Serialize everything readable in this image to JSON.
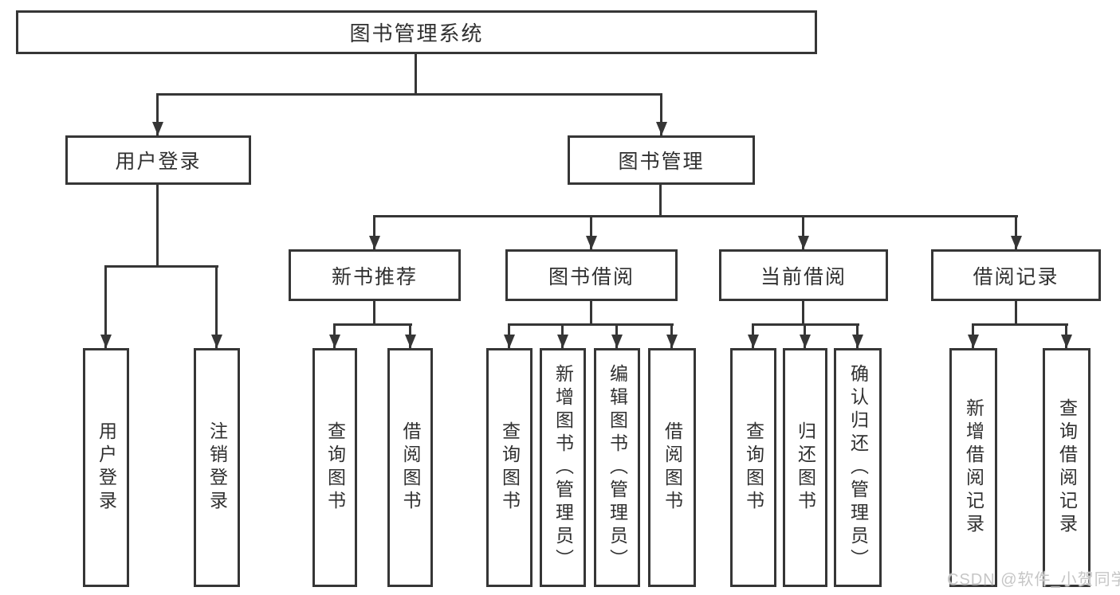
{
  "diagram": {
    "title": "图书管理系统",
    "branches": {
      "user_login": {
        "label": "用户登录",
        "children": [
          "用户登录",
          "注销登录"
        ]
      },
      "book_management": {
        "label": "图书管理",
        "sections": [
          {
            "label": "新书推荐",
            "children": [
              "查询图书",
              "借阅图书"
            ]
          },
          {
            "label": "图书借阅",
            "children": [
              "查询图书",
              "新增图书（管理员）",
              "编辑图书（管理员）",
              "借阅图书"
            ]
          },
          {
            "label": "当前借阅",
            "children": [
              "查询图书",
              "归还图书",
              "确认归还（管理员）"
            ]
          },
          {
            "label": "借阅记录",
            "children": [
              "新增借阅记录",
              "查询借阅记录"
            ]
          }
        ]
      }
    }
  },
  "watermark": {
    "text": "CSDN @软件_小贺同学"
  },
  "colors": {
    "line": "#363636",
    "text": "#303030",
    "watermark": "#c6c6c6",
    "background": "#ffffff"
  }
}
